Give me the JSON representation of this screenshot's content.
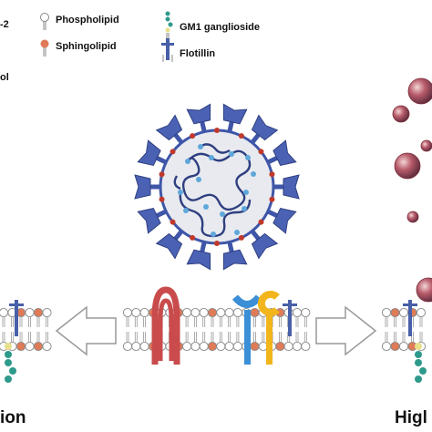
{
  "legend": {
    "top_left_fragment": "-2",
    "bottom_left_fragment": "ol",
    "items": [
      {
        "label": "Phospholipid",
        "icon": "phospholipid-icon"
      },
      {
        "label": "Sphingolipid",
        "icon": "sphingolipid-icon"
      },
      {
        "label": "GM1 ganglioside",
        "icon": "gm1-ganglioside-icon"
      },
      {
        "label": "Flotillin",
        "icon": "flotillin-icon"
      }
    ]
  },
  "captions": {
    "left_fragment": "ion",
    "right_fragment": "Higl"
  },
  "colors": {
    "virus_spike": "#3f56a8",
    "virus_red": "#c0392b",
    "membrane_head": "#ffffff",
    "sphingolipid": "#e07b57",
    "ganglioside": "#2e9a8c",
    "flotillin": "#4860a8",
    "receptor_red": "#c94b4b",
    "receptor_yellow": "#f2b51c",
    "receptor_blue": "#3a8fd6",
    "sphere_red": "#c0392b"
  }
}
